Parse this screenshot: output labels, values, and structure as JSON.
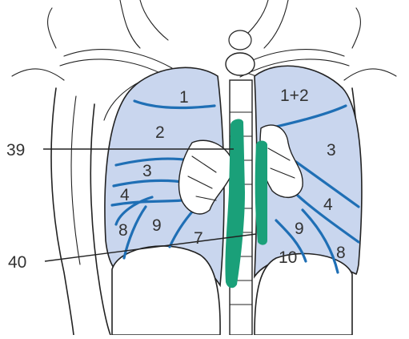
{
  "colors": {
    "lung_fill": "#c9d6ee",
    "segment_line": "#1f6fb5",
    "thoracic_duct_green": "#1aa079",
    "outline": "#222222",
    "background": "#ffffff"
  },
  "right_lung_segments": [
    "1",
    "2",
    "3",
    "4",
    "8",
    "9",
    "7"
  ],
  "left_lung_segments": [
    "1+2",
    "3",
    "4",
    "9",
    "8",
    "10"
  ],
  "callouts": [
    "39",
    "40"
  ]
}
